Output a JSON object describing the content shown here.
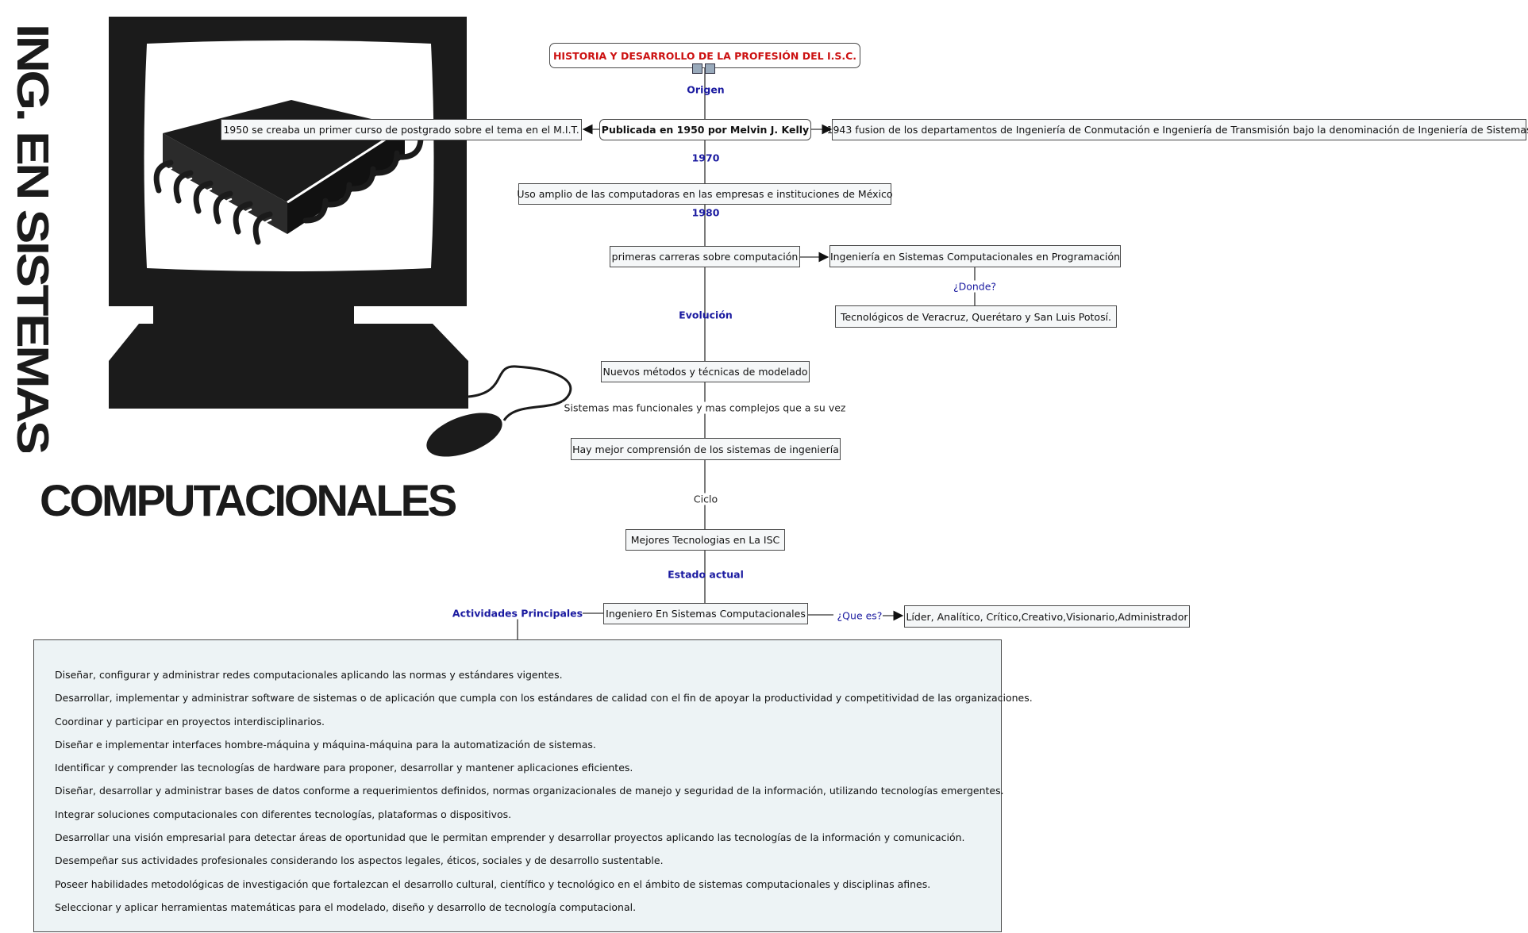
{
  "left_graphic": {
    "vertical_title": "ING. EN SISTEMAS",
    "horizontal_title": "COMPUTACIONALES"
  },
  "map": {
    "title": "HISTORIA Y DESARROLLO DE LA PROFESIÓN DEL I.S.C.",
    "labels": {
      "origen": "Origen",
      "y1970": "1970",
      "y1980": "1980",
      "evolucion": "Evolución",
      "sistemas": "Sistemas mas funcionales y mas complejos que a su vez",
      "ciclo": "Ciclo",
      "estado": "Estado actual",
      "actividades": "Actividades Principales",
      "que_es": "¿Que es?",
      "donde": "¿Donde?"
    },
    "nodes": {
      "kelly": "Publicada en 1950 por Melvin J. Kelly",
      "mit": "1950 se creaba un primer curso de postgrado sobre el tema en el M.I.T.",
      "fusion": "1943 fusion de los departamentos de Ingeniería de Conmutación e Ingeniería de Transmisión bajo la denominación de Ingeniería de Sistemas",
      "uso": "Uso amplio de las computadoras en las empresas e instituciones de México",
      "carreras": "primeras carreras sobre computación",
      "isc_prog": "Ingeniería en Sistemas Computacionales en Programación",
      "tecnologicos": "Tecnológicos de Veracruz, Querétaro y San Luis Potosí.",
      "metodos": "Nuevos métodos y técnicas de modelado",
      "comprension": "Hay mejor comprensión de los sistemas de ingeniería",
      "mejores": "Mejores Tecnologias en La ISC",
      "ingeniero": "Ingeniero En Sistemas Computacionales",
      "lider": "Líder, Analítico, Crítico,Creativo,Visionario,Administrador"
    },
    "activities": [
      "Diseñar, configurar y administrar redes computacionales aplicando las normas y estándares vigentes.",
      "Desarrollar, implementar y administrar software de sistemas o de aplicación que cumpla con los estándares de calidad con el fin de apoyar la productividad y competitividad de las organizaciones.",
      "Coordinar y participar en proyectos interdisciplinarios.",
      "Diseñar e implementar interfaces hombre-máquina y máquina-máquina para la automatización de sistemas.",
      "Identificar y comprender las tecnologías de hardware para proponer, desarrollar y mantener aplicaciones eficientes.",
      "Diseñar, desarrollar y administrar bases de datos conforme a requerimientos definidos, normas organizacionales de manejo y seguridad de la información, utilizando tecnologías emergentes.",
      "Integrar soluciones computacionales con diferentes tecnologías, plataformas o dispositivos.",
      "Desarrollar una visión empresarial para detectar áreas de oportunidad que le permitan emprender y desarrollar proyectos aplicando las tecnologías de la información y comunicación.",
      "Desempeñar sus actividades profesionales considerando los aspectos legales, éticos, sociales y de desarrollo sustentable.",
      "Poseer habilidades metodológicas de investigación que fortalezcan el desarrollo cultural, científico y tecnológico en el ámbito de sistemas computacionales y disciplinas afines.",
      "Seleccionar y aplicar herramientas matemáticas para el modelado, diseño y desarrollo de tecnología computacional."
    ]
  }
}
